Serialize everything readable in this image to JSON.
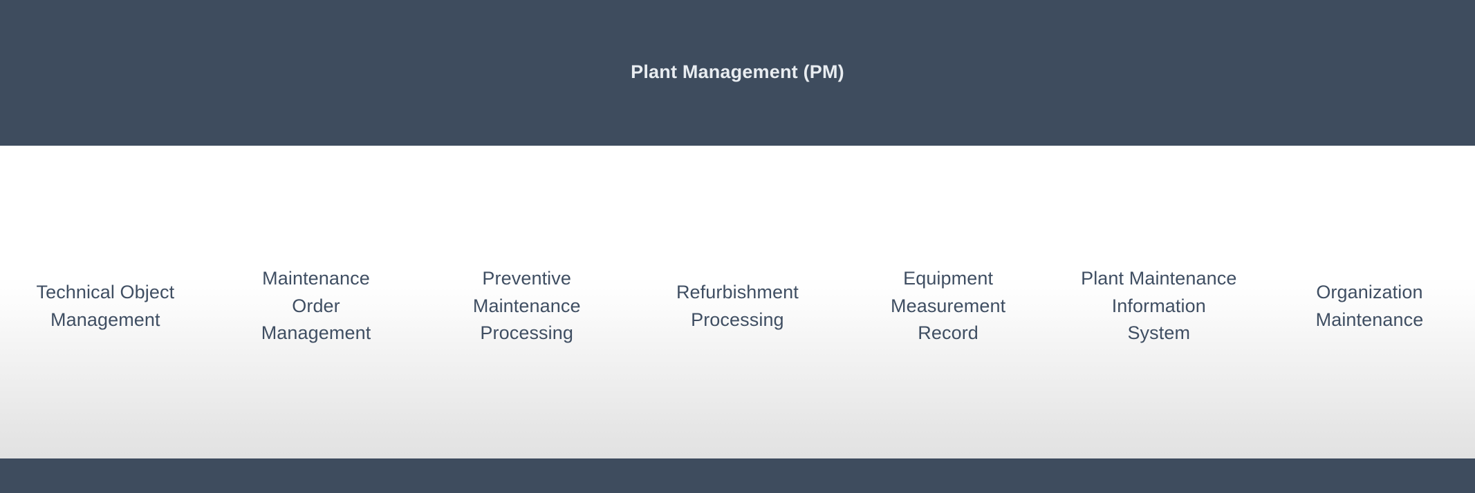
{
  "header": {
    "title": "Plant Management (PM)",
    "background_color": "#3e4c5e",
    "text_color": "#e9edf1"
  },
  "body": {
    "gradient_top_color": "#ffffff",
    "gradient_bottom_color": "#e2e2e2",
    "label_color": "#3f4e62",
    "items": [
      {
        "label": "Technical Object\nManagement"
      },
      {
        "label": "Maintenance\nOrder\nManagement"
      },
      {
        "label": "Preventive\nMaintenance\nProcessing"
      },
      {
        "label": "Refurbishment\nProcessing"
      },
      {
        "label": "Equipment\nMeasurement\nRecord"
      },
      {
        "label": "Plant Maintenance\nInformation\nSystem"
      },
      {
        "label": "Organization\nMaintenance"
      }
    ]
  },
  "footer": {
    "background_color": "#3e4c5e"
  }
}
